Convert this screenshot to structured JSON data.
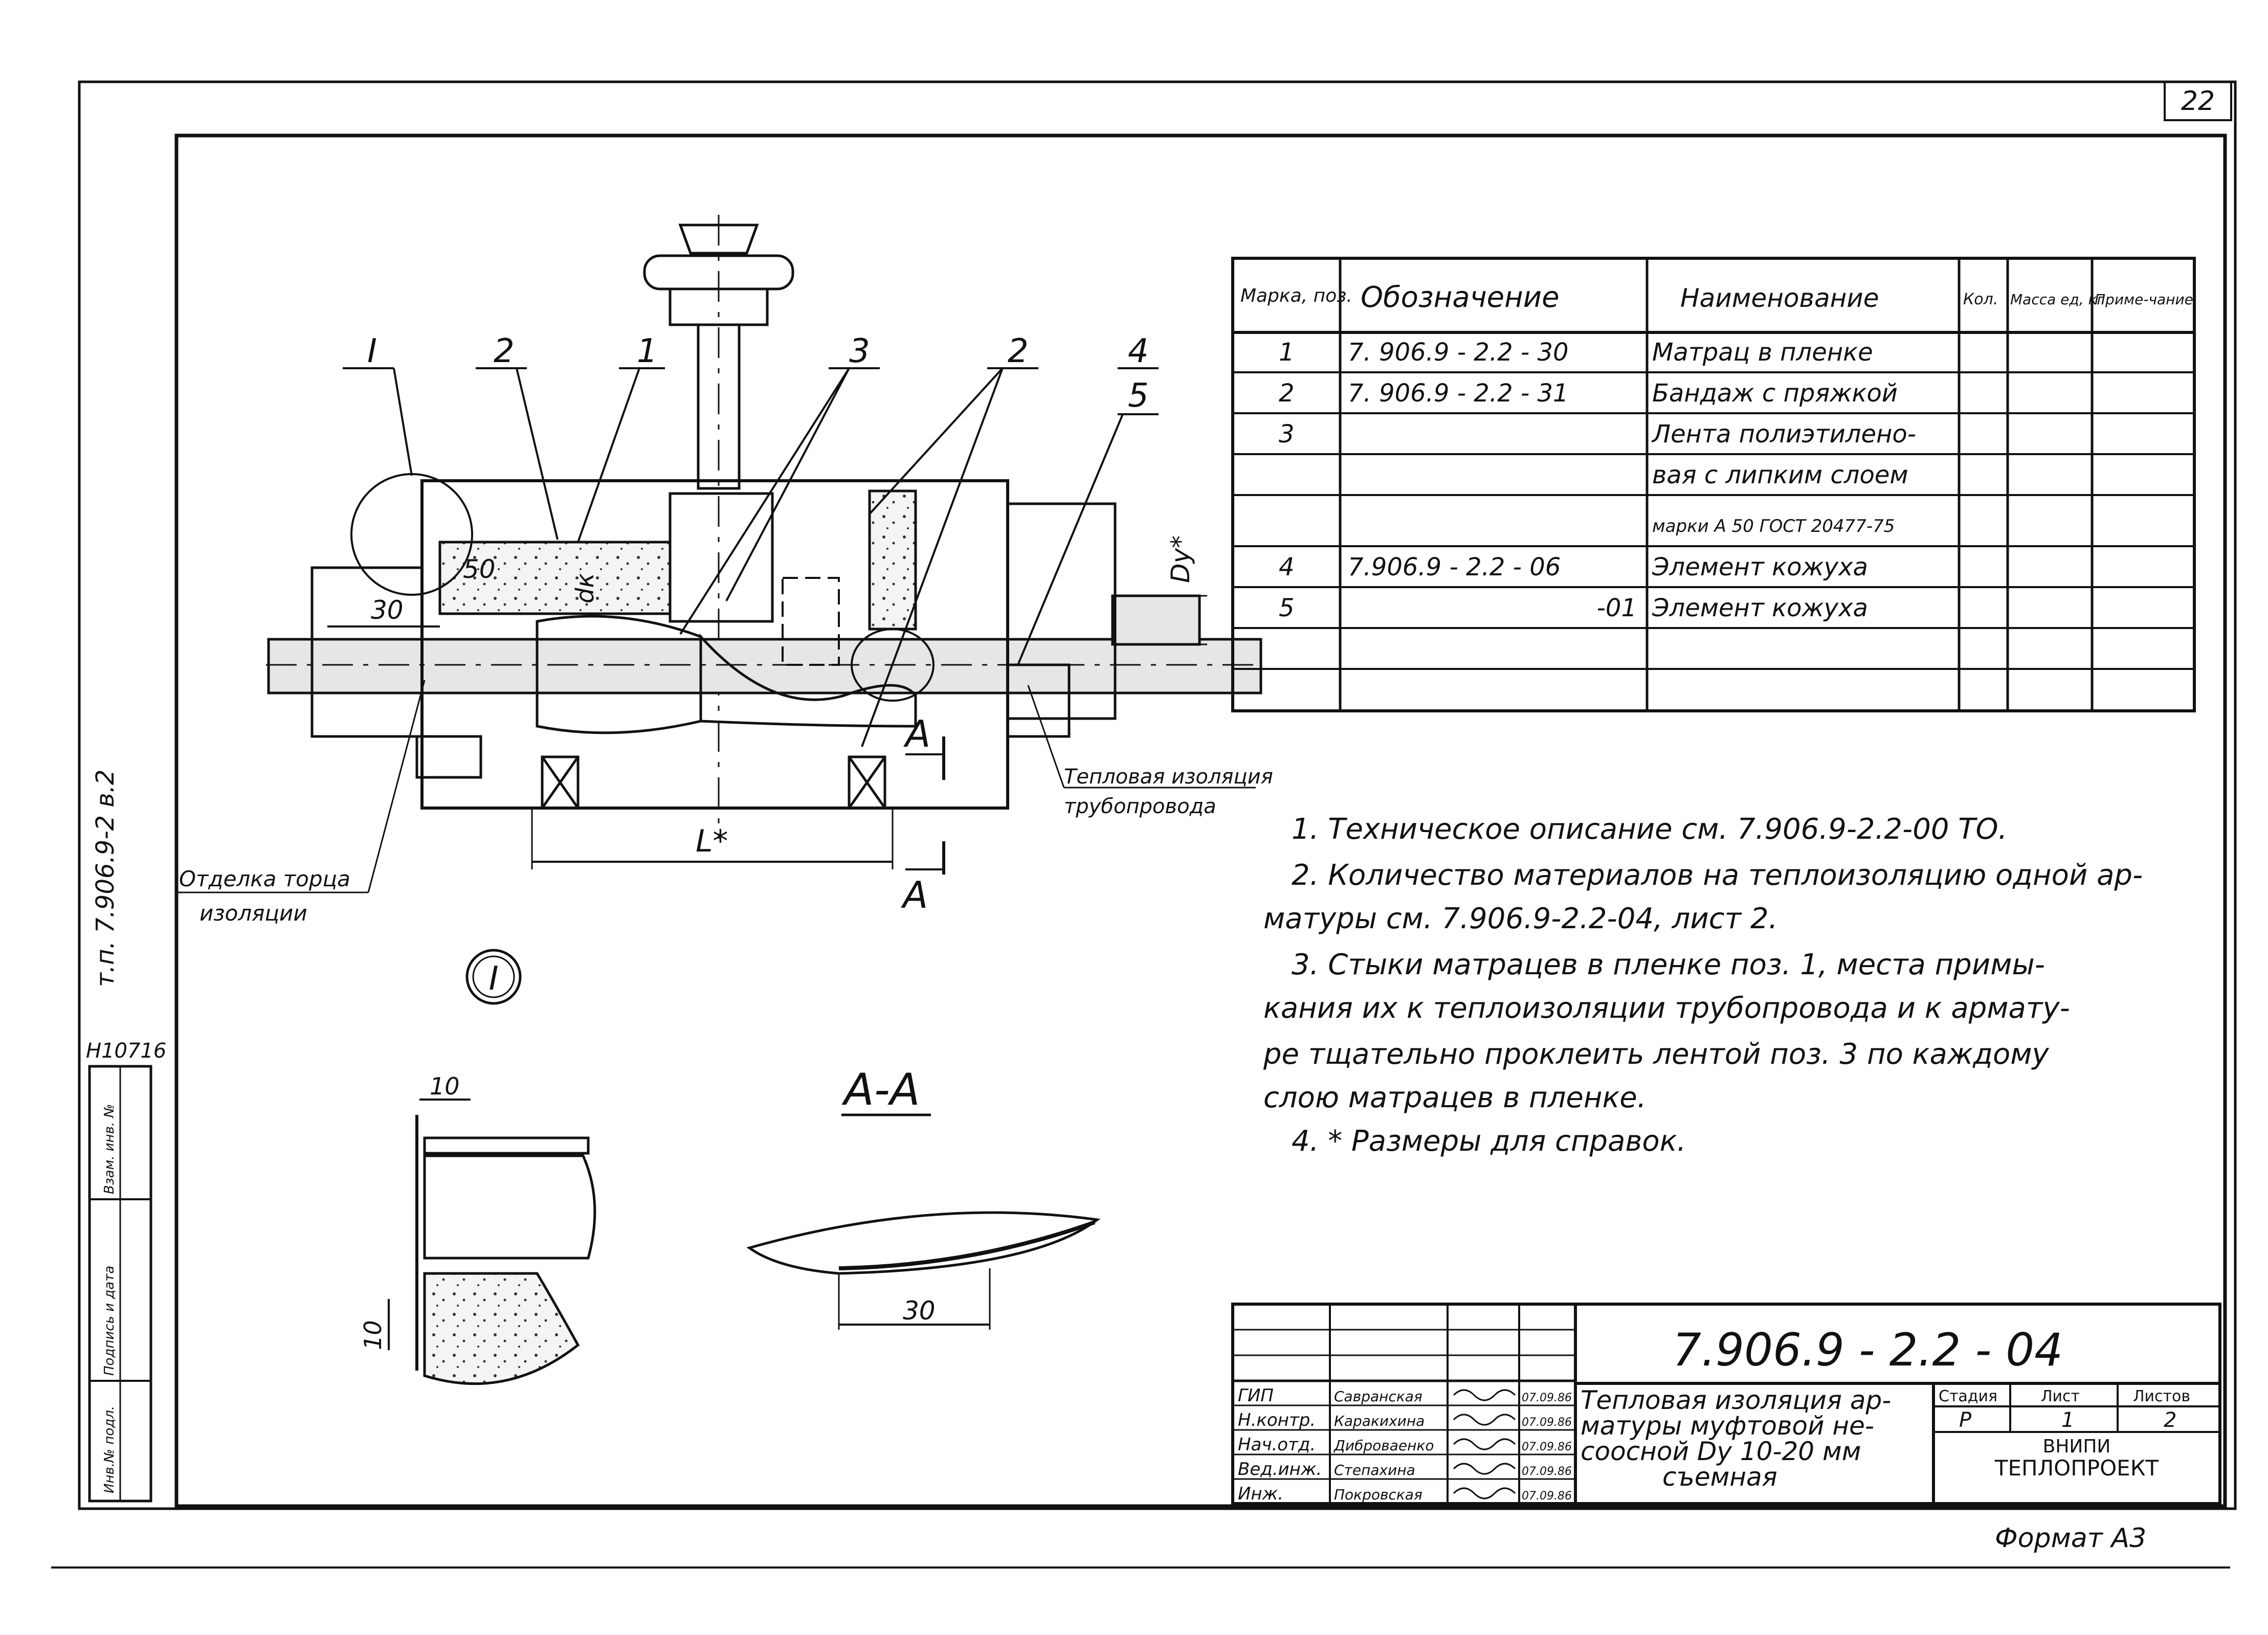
{
  "sheet": {
    "page_number": "22",
    "side_stamp": "т.п. 7.906.9-2  в.2",
    "inventory_number": "Н10716",
    "format_label": "Формат А3"
  },
  "side_stamp_cells": [
    "Инв.№ подл.",
    "Подпись и дата",
    "Взам. инв. №"
  ],
  "drawing": {
    "callouts": [
      "I",
      "2",
      "1",
      "3",
      "2",
      "4",
      "5"
    ],
    "dims": {
      "d50": "50",
      "d30": "30",
      "dk": "dк",
      "du": "Dу*",
      "l": "L*"
    },
    "section_marks": [
      "А",
      "А"
    ],
    "insulation_label_line1": "Тепловая изоляция",
    "insulation_label_line2": "трубопровода",
    "end_finish_line1": "Отделка торца",
    "end_finish_line2": "изоляции",
    "detail_mark": "I",
    "detail_dims": [
      "10",
      "10"
    ],
    "section_title": "А-А",
    "section_dim": "30"
  },
  "spec_table": {
    "headers": [
      "Марка, поз.",
      "Обозначение",
      "Наименование",
      "Кол.",
      "Масса ед, кг",
      "Приме-чание"
    ],
    "rows": [
      [
        "1",
        "7. 906.9 - 2.2 - 30",
        "Матрац в пленке",
        "",
        "",
        ""
      ],
      [
        "2",
        "7. 906.9 - 2.2 - 31",
        "Бандаж с пряжкой",
        "",
        "",
        ""
      ],
      [
        "3",
        "",
        "Лента полиэтилено-",
        "",
        "",
        ""
      ],
      [
        "",
        "",
        "вая с липким слоем",
        "",
        "",
        ""
      ],
      [
        "",
        "",
        "марки А 50 ГОСТ 20477-75",
        "",
        "",
        ""
      ],
      [
        "4",
        "7.906.9 - 2.2 - 06",
        "Элемент кожуха",
        "",
        "",
        ""
      ],
      [
        "5",
        "-01",
        "Элемент кожуха",
        "",
        "",
        ""
      ],
      [
        "",
        "",
        "",
        "",
        "",
        ""
      ],
      [
        "",
        "",
        "",
        "",
        "",
        ""
      ]
    ]
  },
  "notes": [
    "1. Техническое описание см. 7.906.9-2.2-00 ТО.",
    "2. Количество материалов на теплоизоляцию одной ар-",
    "матуры см. 7.906.9-2.2-04, лист 2.",
    "3. Стыки матрацев в пленке поз. 1, места примы-",
    "кания их к теплоизоляции трубопровода и к армату-",
    "ре тщательно проклеить лентой поз. 3 по каждому",
    "слою матрацев в пленке.",
    "4. * Размеры для справок."
  ],
  "title_block": {
    "code": "7.906.9 - 2.2 - 04",
    "title_lines": [
      "Тепловая изоляция ар-",
      "матуры муфтовой не-",
      "соосной Dу 10-20 мм",
      "съемная"
    ],
    "stage_label": "Стадия",
    "sheet_label": "Лист",
    "sheets_label": "Листов",
    "stage": "Р",
    "sheet": "1",
    "sheets": "2",
    "org_line1": "ВНИПИ",
    "org_line2": "ТЕПЛОПРОЕКТ",
    "signers": [
      {
        "role": "ГИП",
        "name": "Савранская",
        "date": "07.09.86"
      },
      {
        "role": "Н.контр.",
        "name": "Каракихина",
        "date": "07.09.86"
      },
      {
        "role": "Нач.отд.",
        "name": "Диброваенко",
        "date": "07.09.86"
      },
      {
        "role": "Вед.инж.",
        "name": "Степахина",
        "date": "07.09.86"
      },
      {
        "role": "Инж.",
        "name": "Покровская",
        "date": "07.09.86"
      }
    ]
  }
}
